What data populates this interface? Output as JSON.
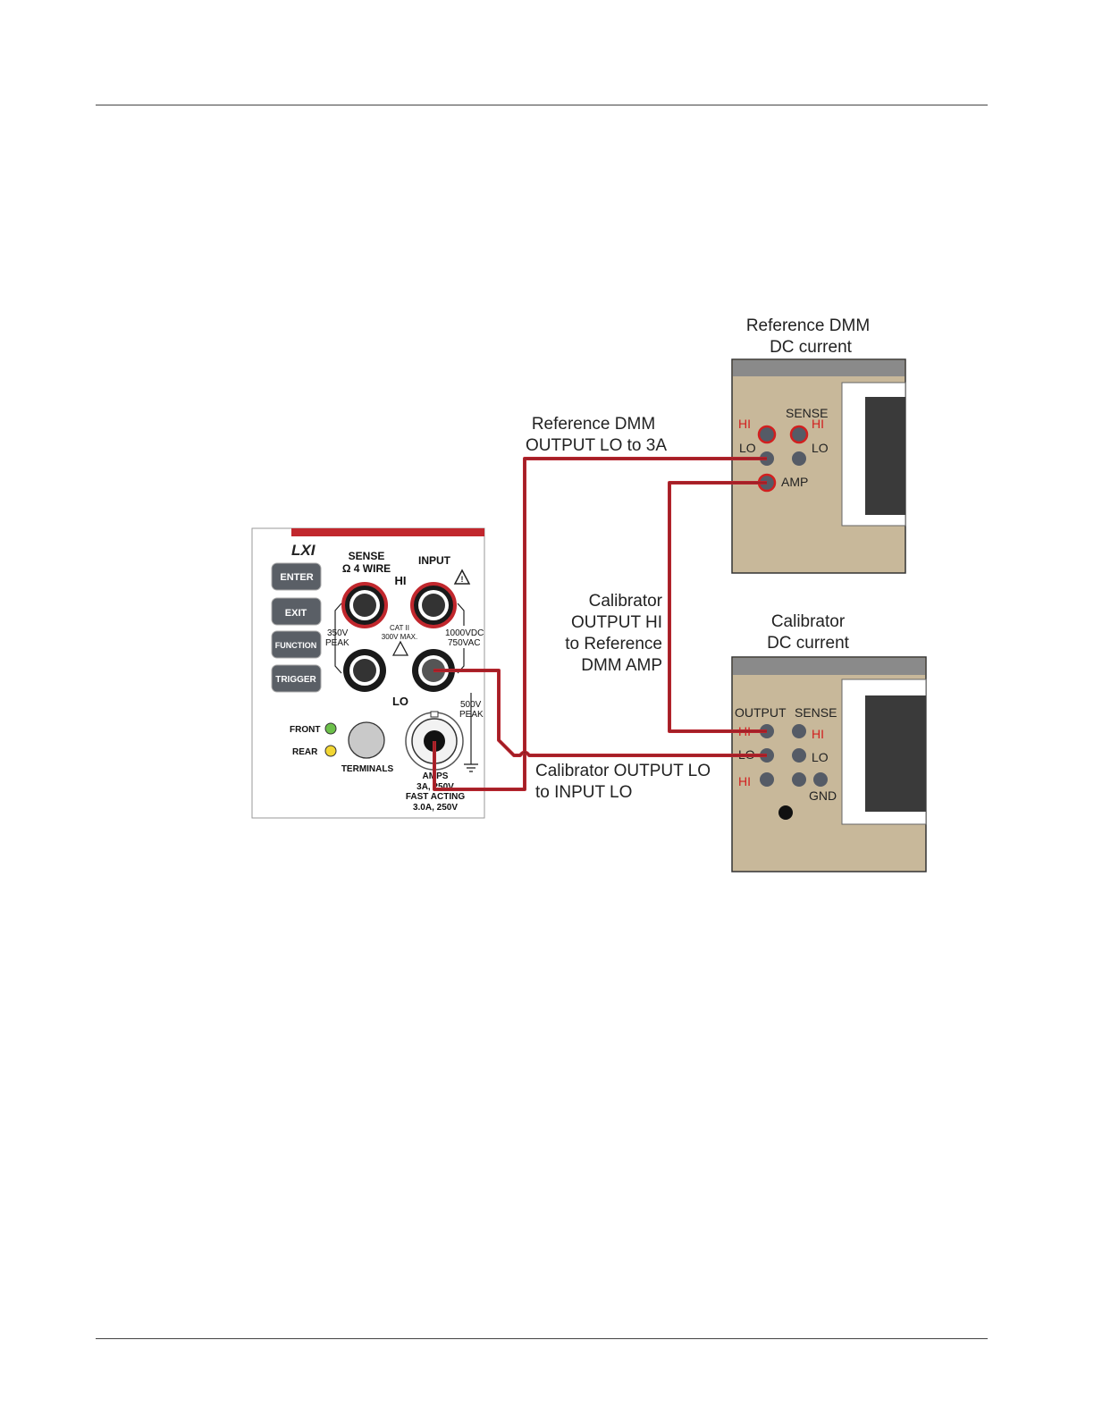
{
  "colors": {
    "wire": "#b8252e",
    "instrument_face": "#c8b89a",
    "instrument_bar": "#8a8a8a",
    "display": "#3a3a3a",
    "panel_red": "#c1272d",
    "led_front": "#6cc04a",
    "led_rear": "#f2d633"
  },
  "labels": {
    "ref_dmm_title_1": "Reference DMM",
    "ref_dmm_title_2": "DC current",
    "calibrator_title_1": "Calibrator",
    "calibrator_title_2": "DC current",
    "wire_ref_lo_1": "Reference DMM",
    "wire_ref_lo_2": "OUTPUT LO to 3A",
    "wire_cal_hi_1": "Calibrator",
    "wire_cal_hi_2": "OUTPUT HI",
    "wire_cal_hi_3": "to Reference",
    "wire_cal_hi_4": "DMM AMP",
    "wire_cal_lo_1": "Calibrator OUTPUT LO",
    "wire_cal_lo_2": "to INPUT LO"
  },
  "ref_dmm": {
    "hi_left": "HI",
    "sense": "SENSE",
    "hi_right": "HI",
    "lo_left": "LO",
    "lo_right": "LO",
    "amp": "AMP"
  },
  "calibrator": {
    "output": "OUTPUT",
    "sense": "SENSE",
    "hi_1": "HI",
    "lo_1": "LO",
    "hi_2": "HI",
    "sense_hi": "HI",
    "sense_lo": "LO",
    "gnd": "GND"
  },
  "front_panel": {
    "logo": "LXI",
    "sense_1": "SENSE",
    "sense_2": "Ω 4 WIRE",
    "input": "INPUT",
    "hi": "HI",
    "lo": "LO",
    "v350": "350V",
    "peak_1": "PEAK",
    "cat": "CAT II",
    "max300": "300V MAX.",
    "vdc": "1000VDC",
    "vac": "750VAC",
    "v500": "500V",
    "peak_2": "PEAK",
    "front": "FRONT",
    "rear": "REAR",
    "terminals": "TERMINALS",
    "amps_1": "AMPS",
    "amps_2": "3A, 250V",
    "amps_3": "FAST ACTING",
    "amps_4": "3.0A, 250V",
    "buttons": [
      "ENTER",
      "EXIT",
      "FUNCTION",
      "TRIGGER"
    ]
  }
}
